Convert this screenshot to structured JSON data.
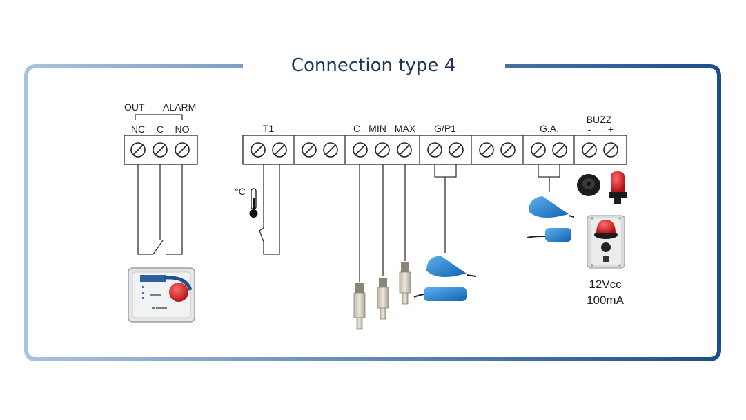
{
  "title": "Connection type 4",
  "colors": {
    "frame_left": "#a9c3de",
    "frame_right": "#1d4e89",
    "title": "#1d3557",
    "float_blue": "#1f7fd0",
    "beacon_red": "#d4141b"
  },
  "blocks": {
    "alarm": {
      "group_label_left": "OUT",
      "group_label_right": "ALARM",
      "terminals": [
        "NC",
        "C",
        "NO"
      ]
    },
    "t1": {
      "label": "T1",
      "temp_label": "°C"
    },
    "probes": {
      "labels": [
        "C",
        "MIN",
        "MAX"
      ]
    },
    "gp1": {
      "label": "G/P1"
    },
    "ga": {
      "label": "G.A."
    },
    "buzz": {
      "label": "BUZZ",
      "minus": "-",
      "plus": "+"
    }
  },
  "beacon": {
    "voltage": "12Vcc",
    "current": "100mA"
  },
  "icons": [
    "thermometer-icon",
    "screw-terminal-icon",
    "float-switch-icon",
    "level-probe-icon",
    "buzzer-icon",
    "beacon-icon",
    "control-panel-icon"
  ]
}
